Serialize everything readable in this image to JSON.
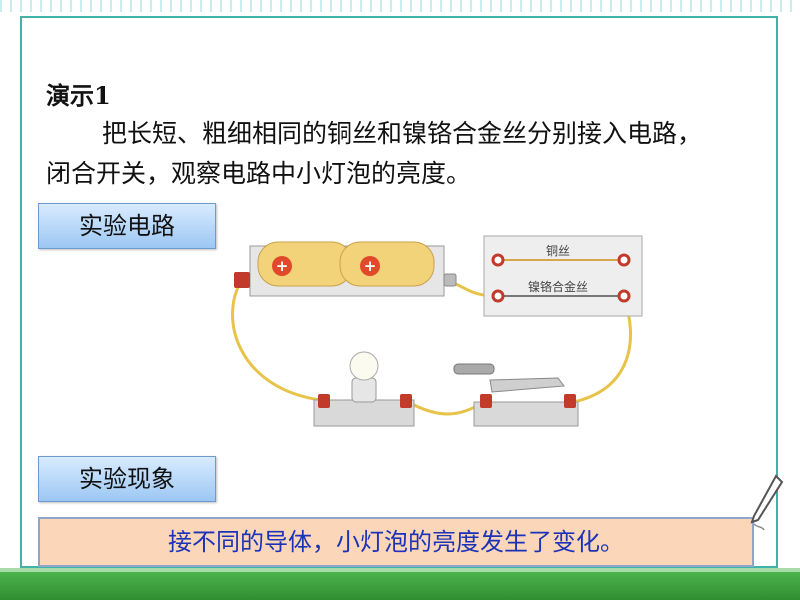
{
  "slide": {
    "heading": "演示1",
    "paragraph": "把长短、粗细相同的铜丝和镍铬合金丝分别接入电路，闭合开关，观察电路中小灯泡的亮度。",
    "label_circuit": "实验电路",
    "label_phenomenon": "实验现象",
    "result": "接不同的导体，小灯泡的亮度发生了变化。"
  },
  "circuit": {
    "wire_copper_label": "铜丝",
    "wire_nichrome_label": "镍铬合金丝",
    "battery_symbol": "+"
  },
  "colors": {
    "border": "#3fb3a8",
    "label_box": "#9cc7f3",
    "result_bg": "#fbd6b8",
    "result_text": "#1c33b8",
    "bottom_bar": "#3fa33f"
  },
  "icons": [
    "pen-icon",
    "battery-icon",
    "bulb-icon",
    "switch-icon",
    "terminal-icon"
  ]
}
